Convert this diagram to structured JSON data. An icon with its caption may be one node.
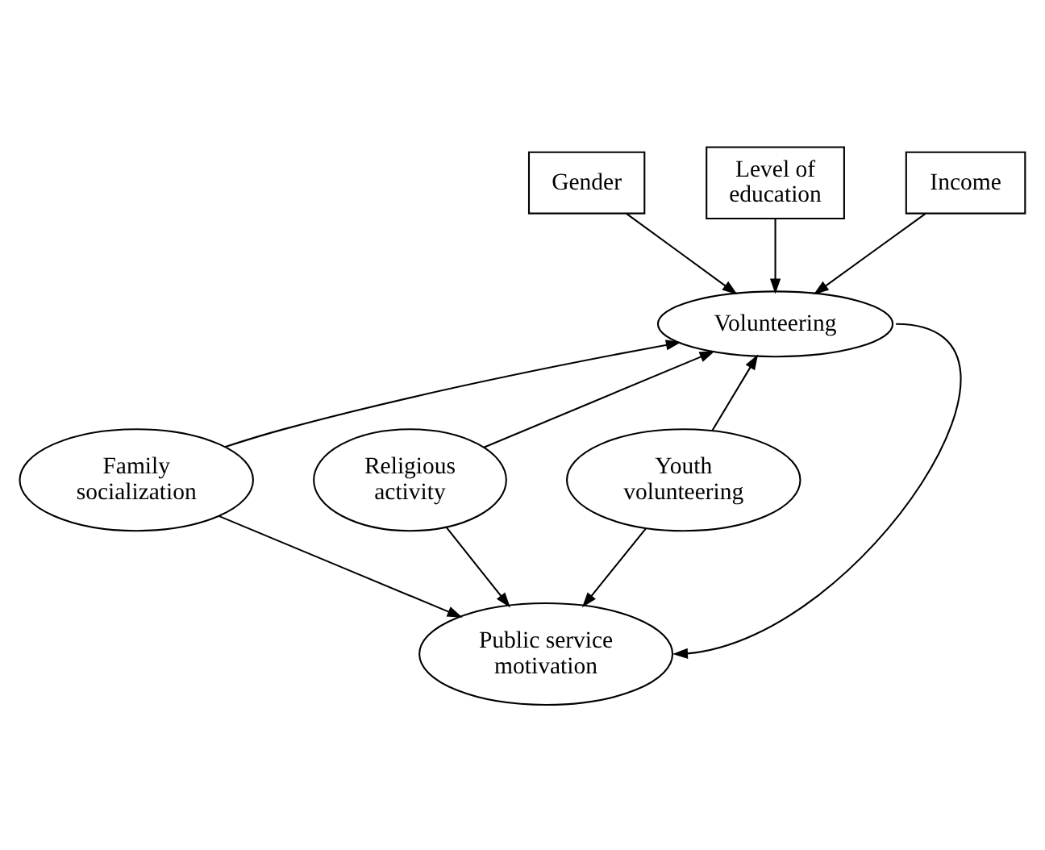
{
  "diagram": {
    "nodes": [
      {
        "text": [
          "Gender"
        ]
      },
      {
        "text": [
          "Level of education"
        ]
      },
      {
        "text": [
          "Income"
        ]
      },
      {
        "text": [
          "Volunteering"
        ]
      },
      {
        "text": [
          "Family socialization"
        ]
      },
      {
        "text": [
          "Religious activity"
        ]
      },
      {
        "text": [
          "Youth volunteering"
        ]
      },
      {
        "text": [
          "Public service motivation"
        ]
      }
    ],
    "edges": [
      {
        "from": 0,
        "to": 3,
        "arrow": "to"
      },
      {
        "from": 1,
        "to": 3,
        "arrow": "to"
      },
      {
        "from": 2,
        "to": 3,
        "arrow": "to"
      },
      {
        "from": 4,
        "to": 3,
        "arrow": "to"
      },
      {
        "from": 5,
        "to": 3,
        "arrow": "to"
      },
      {
        "from": 6,
        "to": 3,
        "arrow": "to"
      },
      {
        "from": 4,
        "to": 7,
        "arrow": "to"
      },
      {
        "from": 5,
        "to": 7,
        "arrow": "to"
      },
      {
        "from": 6,
        "to": 7,
        "arrow": "to"
      },
      {
        "from": 3,
        "to": 7,
        "arrow": "to"
      }
    ]
  }
}
